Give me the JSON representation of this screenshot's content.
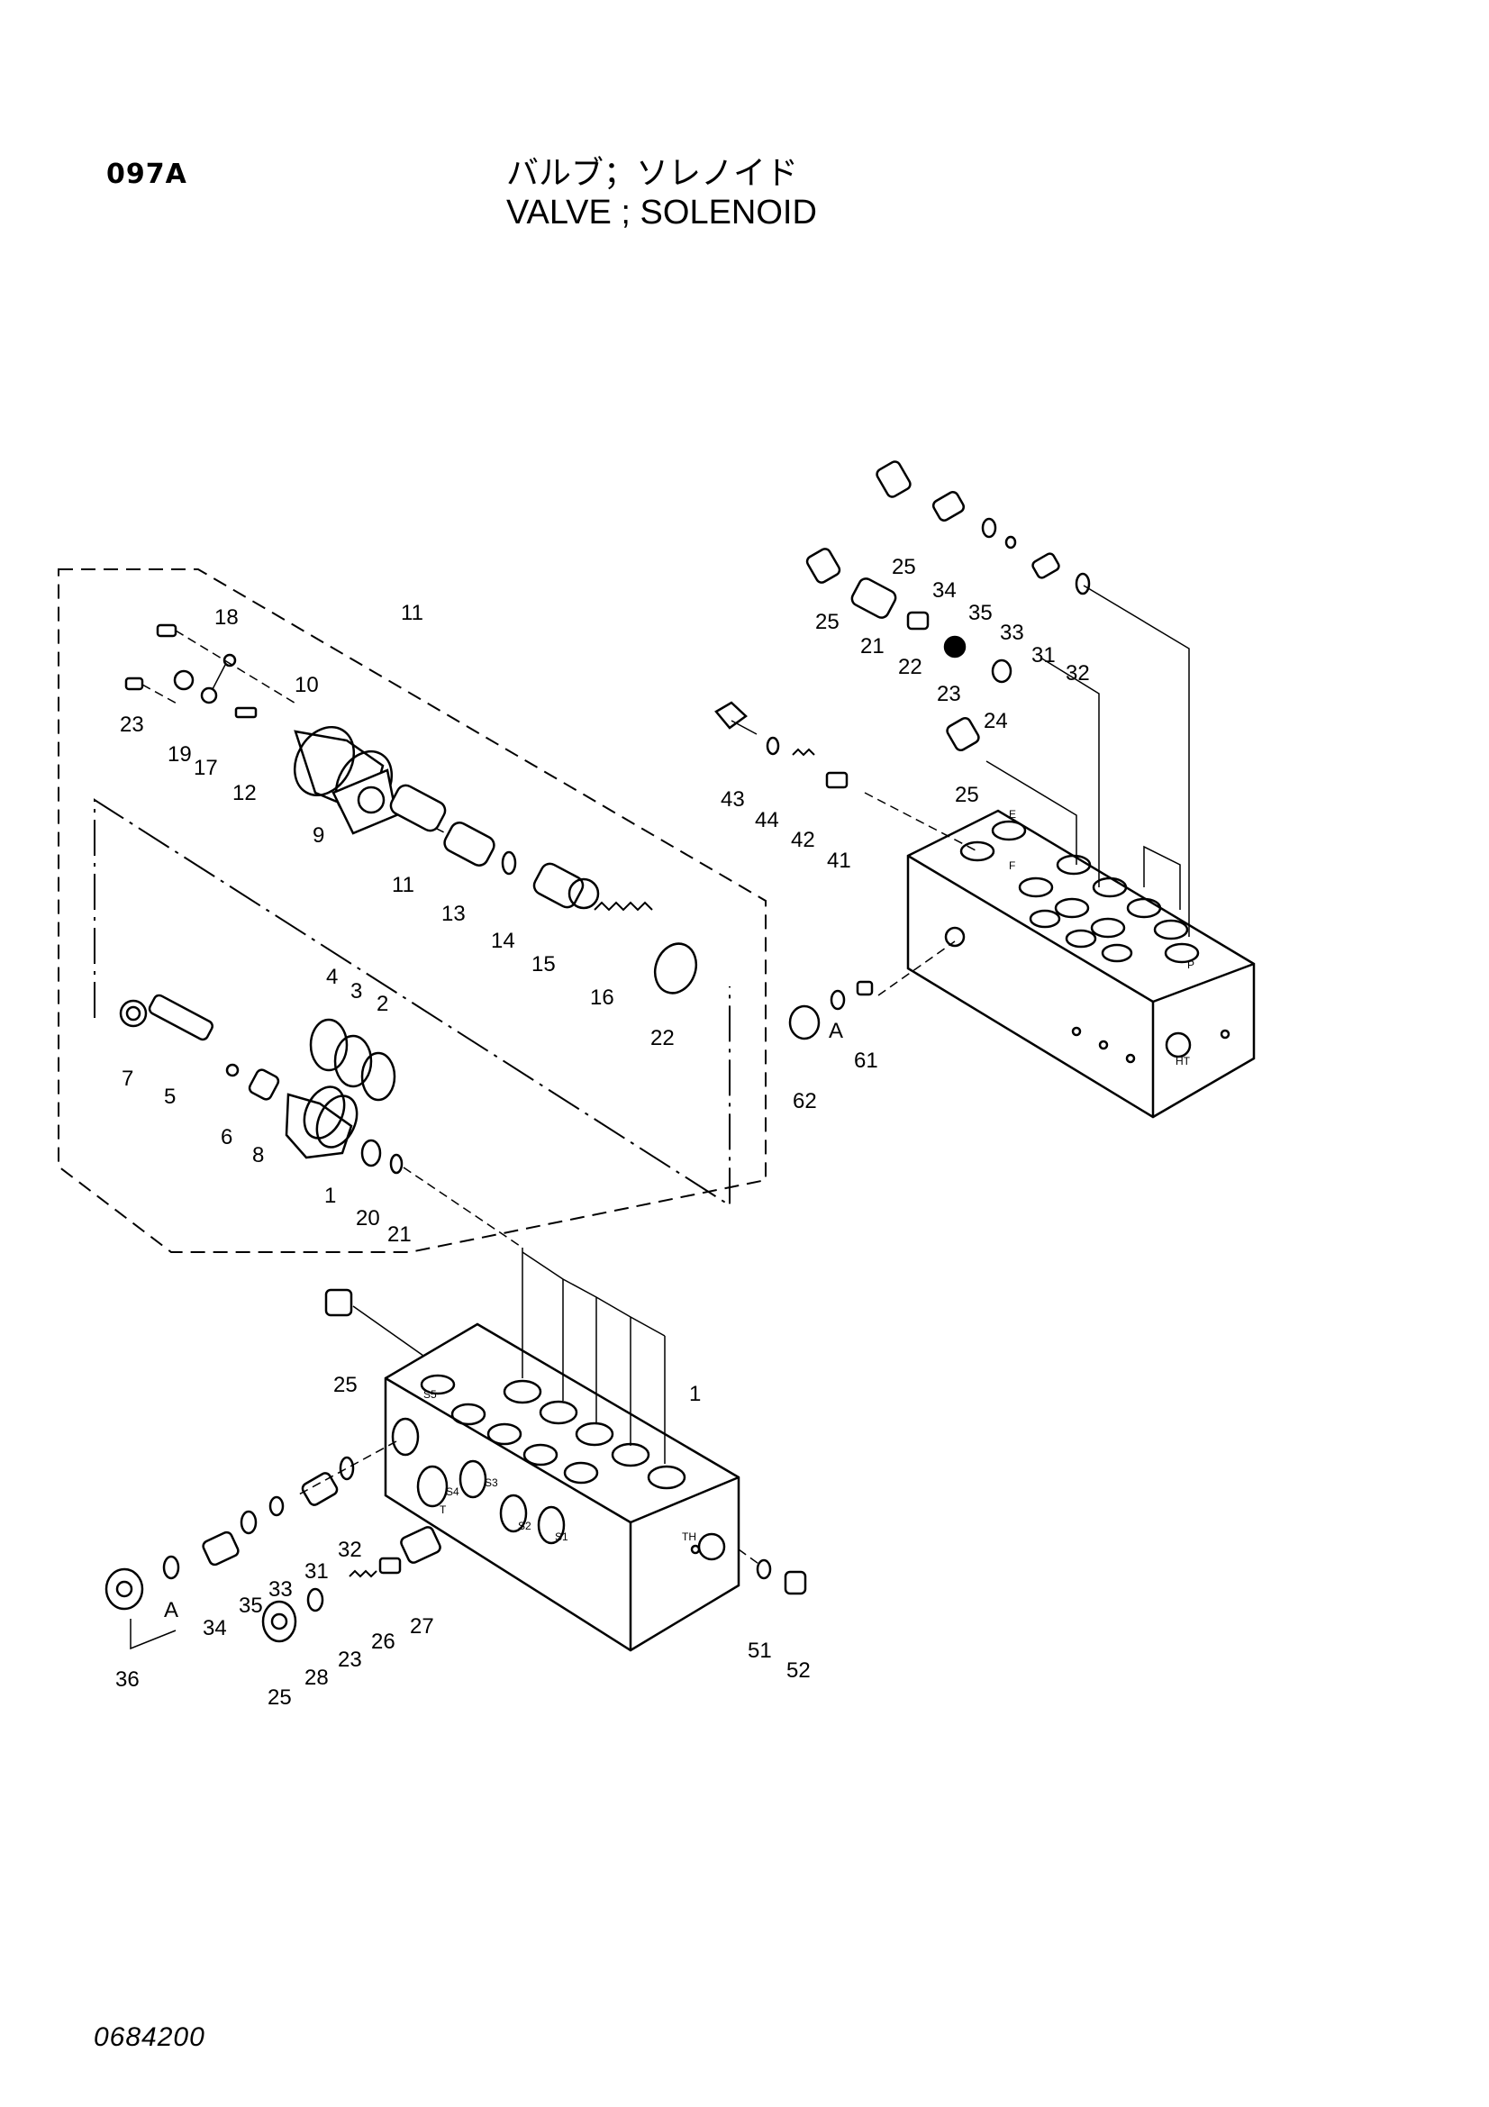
{
  "header": {
    "page_code": "097A",
    "title_jp": "バルブ；ソレノイド",
    "title_en": "VALVE ; SOLENOID"
  },
  "footer": {
    "drawing_number": "0684200"
  },
  "callouts": [
    "1",
    "2",
    "3",
    "4",
    "5",
    "6",
    "7",
    "8",
    "9",
    "10",
    "11",
    "12",
    "13",
    "14",
    "15",
    "16",
    "17",
    "18",
    "19",
    "20",
    "21",
    "22",
    "23",
    "24",
    "25",
    "26",
    "27",
    "28",
    "31",
    "32",
    "33",
    "34",
    "35",
    "36",
    "41",
    "42",
    "43",
    "44",
    "51",
    "52",
    "61",
    "62",
    "A"
  ],
  "port_marks": [
    "S5",
    "S4",
    "S3",
    "S2",
    "S1",
    "T",
    "TH",
    "HT",
    "E",
    "F",
    "P"
  ]
}
